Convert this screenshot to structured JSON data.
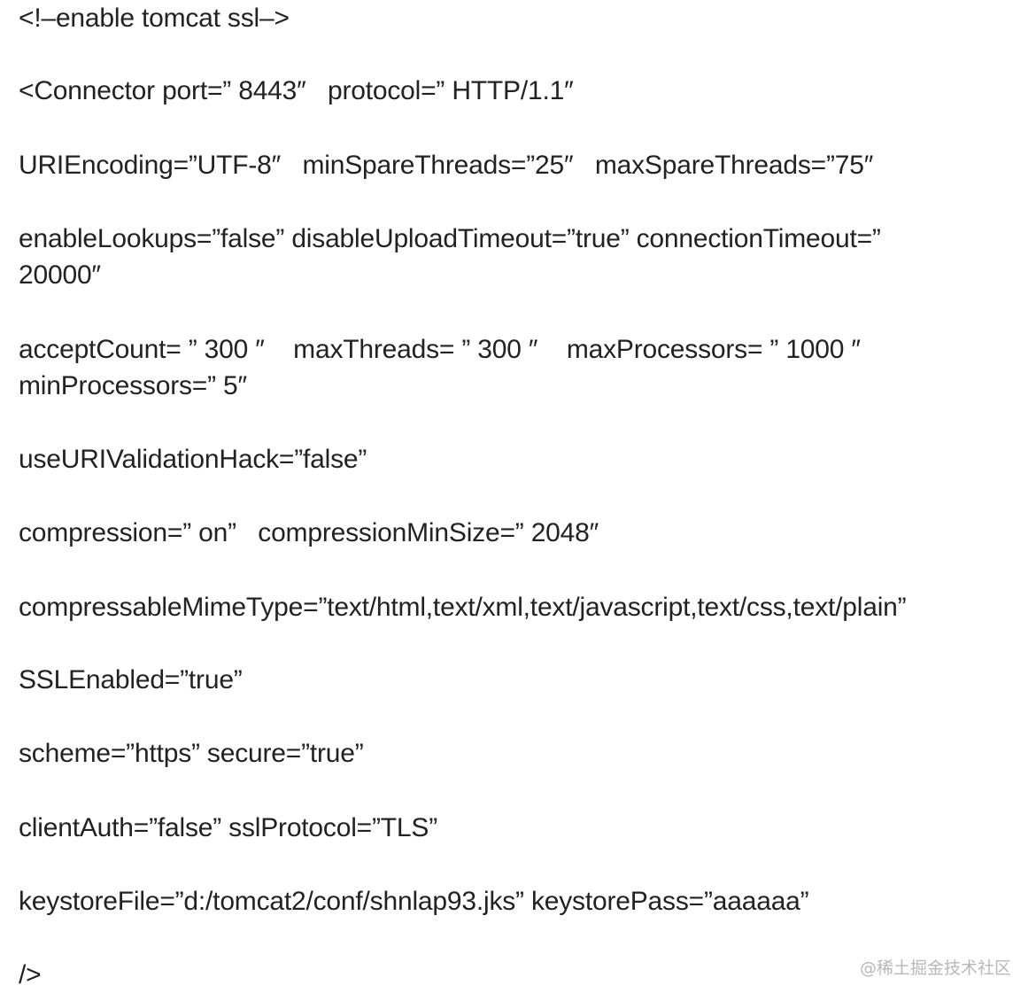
{
  "lines": [
    "<!–enable tomcat ssl–>",
    "<Connector port=” 8443″   protocol=” HTTP/1.1″",
    "URIEncoding=”UTF-8″   minSpareThreads=”25″   maxSpareThreads=”75″",
    "enableLookups=”false” disableUploadTimeout=”true” connectionTimeout=”",
    "20000″",
    "acceptCount= ” 300 ″    maxThreads= ” 300 ″    maxProcessors= ” 1000 ″",
    "minProcessors=” 5″",
    "useURIValidationHack=”false”",
    "compression=” on”   compressionMinSize=” 2048″",
    "compressableMimeType=”text/html,text/xml,text/javascript,text/css,text/plain”",
    "SSLEnabled=”true”",
    "scheme=”https” secure=”true”",
    "clientAuth=”false” sslProtocol=”TLS”",
    "keystoreFile=”d:/tomcat2/conf/shnlap93.jks” keystorePass=”aaaaaa”",
    "/>"
  ],
  "watermark": "@稀土掘金技术社区"
}
